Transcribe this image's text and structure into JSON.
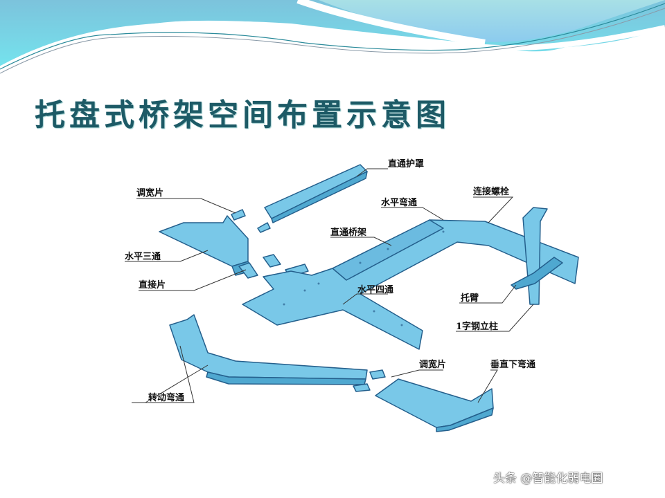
{
  "slide": {
    "title": "托盘式桥架空间布置示意图",
    "watermark": "头条 @智能化弱电圈"
  },
  "labels": {
    "straight_cover": "直通护罩",
    "width_adjuster_top": "调宽片",
    "horizontal_bend": "水平弯通",
    "connecting_bolt": "连接螺栓",
    "straight_tray": "直通桥架",
    "horizontal_tee": "水平三通",
    "straight_connector": "直接片",
    "horizontal_cross": "水平四通",
    "bracket_arm": "托臂",
    "i_beam_column": "1字钢立柱",
    "width_adjuster_bottom": "调宽片",
    "vertical_down_bend": "垂直下弯通",
    "rotating_bend": "转动弯通"
  },
  "colors": {
    "tray_fill": "#79c8e8",
    "tray_stroke": "#245f8c",
    "title": "#1d5a66"
  }
}
